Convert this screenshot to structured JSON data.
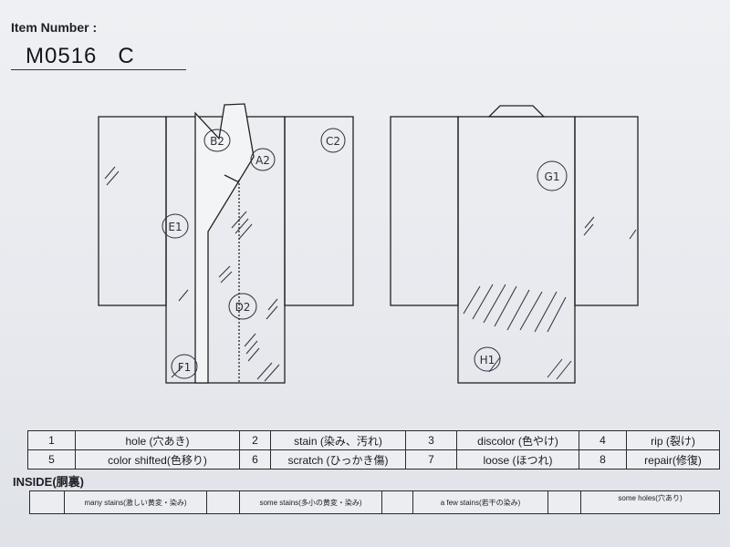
{
  "header": {
    "item_label": "Item Number :",
    "item_number": "M0516   C"
  },
  "markers": {
    "front": [
      "B2",
      "A2",
      "C2",
      "E1",
      "D2",
      "F1"
    ],
    "back": [
      "G1",
      "H1"
    ]
  },
  "legend": [
    {
      "num": "1",
      "label": "hole (穴あき)"
    },
    {
      "num": "2",
      "label": "stain (染み、汚れ)"
    },
    {
      "num": "3",
      "label": "discolor (色やけ)"
    },
    {
      "num": "4",
      "label": "rip (裂け)"
    },
    {
      "num": "5",
      "label": "color shifted(色移り)"
    },
    {
      "num": "6",
      "label": "scratch (ひっかき傷)"
    },
    {
      "num": "7",
      "label": "loose (ほつれ)"
    },
    {
      "num": "8",
      "label": "repair(修復)"
    }
  ],
  "inside": {
    "title": "INSIDE(胴裏)",
    "items": [
      "many stains(激しい黄変・染み)",
      "some stains(多小の黄変・染み)",
      "a few stains(若干の染み)",
      "some holes(穴あり)"
    ]
  }
}
